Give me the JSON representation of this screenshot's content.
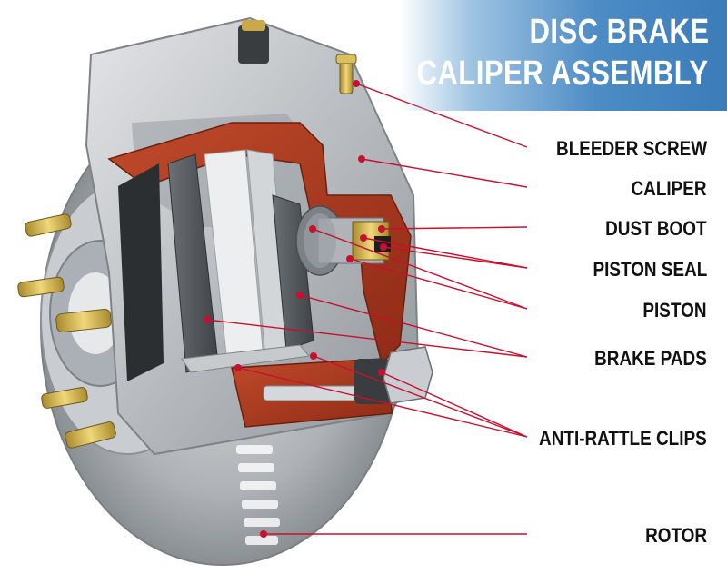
{
  "title": {
    "line1": "DISC BRAKE",
    "line2": "CALIPER ASSEMBLY"
  },
  "labels": {
    "bleeder_screw": "BLEEDER SCREW",
    "caliper": "CALIPER",
    "dust_boot": "DUST BOOT",
    "piston_seal": "PISTON SEAL",
    "piston": "PISTON",
    "brake_pads": "BRAKE PADS",
    "anti_rattle_clips": "ANTI-RATTLE CLIPS",
    "rotor": "ROTOR"
  },
  "colors": {
    "leader_line": "#c8102e",
    "title_band": "#3b7cb9",
    "caliper_metal": "#b8bcc0",
    "cutaway_red": "#b0391f",
    "brake_pad": "#555a5e",
    "brass": "#d4b24a"
  }
}
